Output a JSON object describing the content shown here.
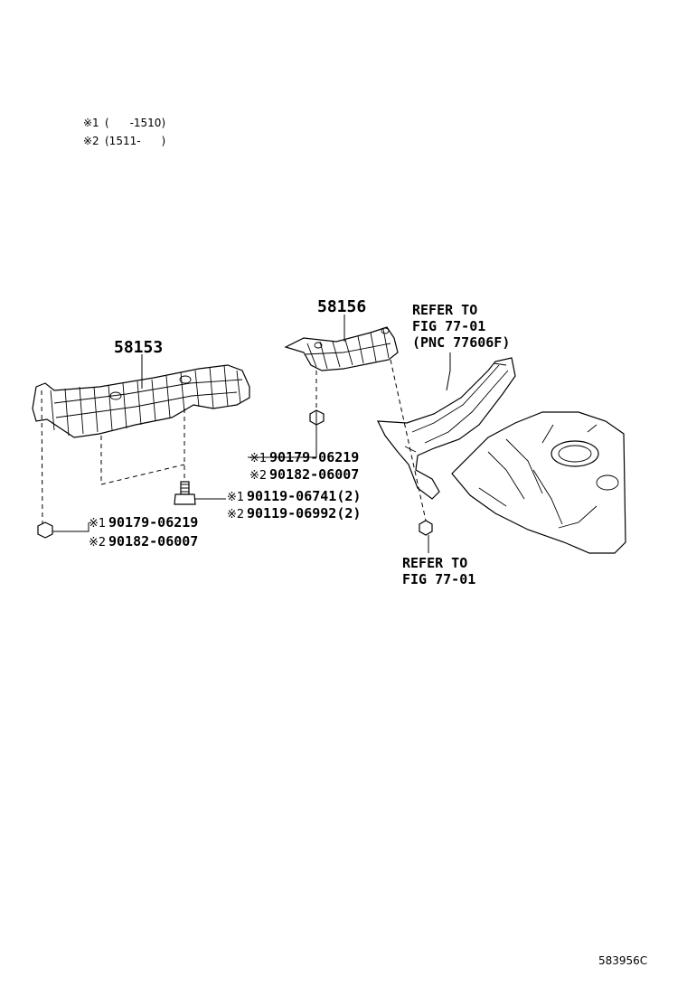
{
  "notes": [
    {
      "mark": "※1",
      "range": "(      -1510)"
    },
    {
      "mark": "※2",
      "range": "(1511-      )"
    }
  ],
  "parts": {
    "p58153": "58153",
    "p58156": "58156"
  },
  "refer_upper": [
    "REFER TO",
    "FIG 77-01",
    "(PNC 77606F)"
  ],
  "refer_lower": [
    "REFER TO",
    "FIG 77-01"
  ],
  "fasteners": {
    "nut_upper": [
      {
        "mark": "※1",
        "number": "90179-06219"
      },
      {
        "mark": "※2",
        "number": "90182-06007"
      }
    ],
    "bolt": [
      {
        "mark": "※1",
        "number": "90119-06741(2)"
      },
      {
        "mark": "※2",
        "number": "90119-06992(2)"
      }
    ],
    "nut_lower": [
      {
        "mark": "※1",
        "number": "90179-06219"
      },
      {
        "mark": "※2",
        "number": "90182-06007"
      }
    ]
  },
  "diagram_code": "583956C"
}
